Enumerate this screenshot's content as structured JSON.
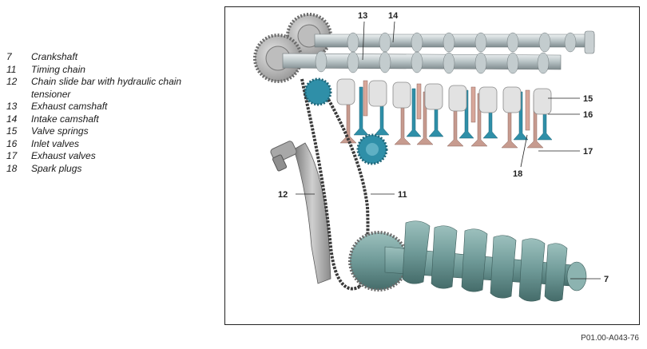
{
  "legend": [
    {
      "num": "7",
      "label": "Crankshaft"
    },
    {
      "num": "11",
      "label": "Timing chain"
    },
    {
      "num": "12",
      "label": "Chain slide bar with hydraulic chain tensioner"
    },
    {
      "num": "13",
      "label": "Exhaust camshaft"
    },
    {
      "num": "14",
      "label": "Intake camshaft"
    },
    {
      "num": "15",
      "label": "Valve springs"
    },
    {
      "num": "16",
      "label": "Inlet valves"
    },
    {
      "num": "17",
      "label": "Exhaust valves"
    },
    {
      "num": "18",
      "label": "Spark plugs"
    }
  ],
  "callouts": {
    "c7": "7",
    "c11": "11",
    "c12": "12",
    "c13": "13",
    "c14": "14",
    "c15": "15",
    "c16": "16",
    "c17": "17",
    "c18": "18"
  },
  "figure_code": "P01.00-A043-76",
  "colors": {
    "camshaft": "#b9c4c6",
    "crankshaft": "#6f9a98",
    "valve_spring": "#d9d9d9",
    "inlet_valve": "#2f8fa8",
    "exhaust_valve": "#c79b8f",
    "chain": "#3a3a3a"
  }
}
